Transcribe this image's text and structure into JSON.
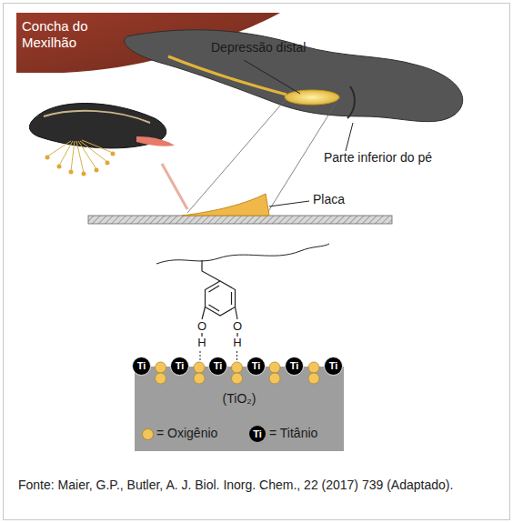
{
  "diagram": {
    "caption": "Fonte: Maier, G.P., Butler, A. J. Biol. Inorg. Chem., 22 (2017) 739 (Adaptado).",
    "nodes": [
      {
        "text": [
          "Concha do Mexilhão"
        ]
      },
      {
        "text": [
          "Ti"
        ]
      },
      {
        "text": [
          "Ti"
        ]
      },
      {
        "text": [
          "Ti"
        ]
      },
      {
        "text": [
          "Ti"
        ]
      },
      {
        "text": [
          "Ti"
        ]
      },
      {
        "text": [
          "Ti"
        ]
      }
    ],
    "labels": [
      "Depressão distal",
      "Parte inferior do pé",
      "Placa",
      "O",
      "H",
      "O",
      "H",
      "(TiO₂)",
      "Ti"
    ],
    "legend": [
      {
        "text": "= Oxigênio",
        "color": "#f4c55c"
      },
      {
        "text": "= Titânio"
      }
    ]
  }
}
